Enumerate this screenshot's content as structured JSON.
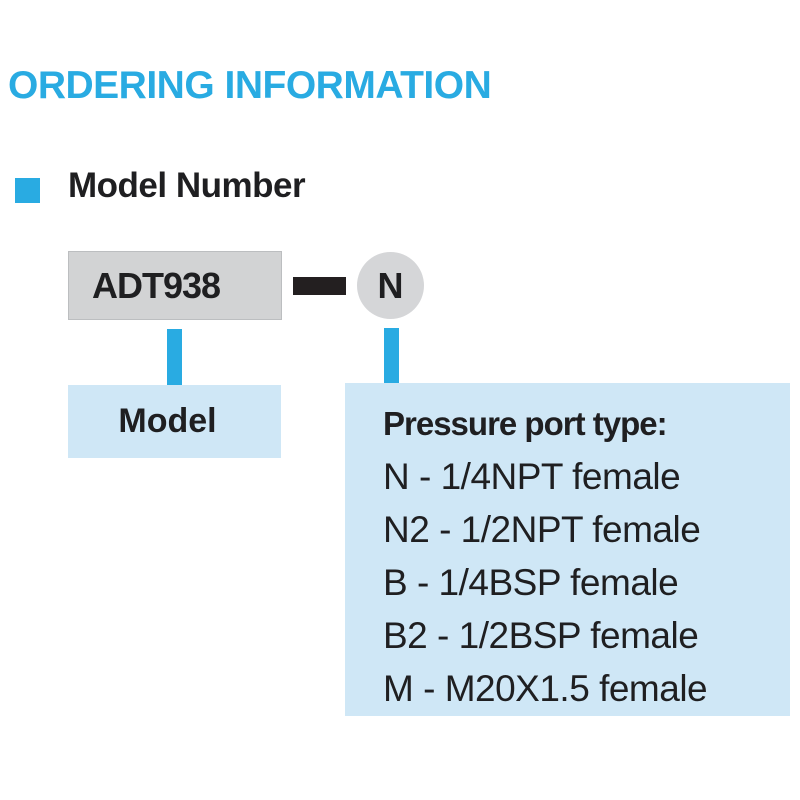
{
  "page": {
    "title": "ORDERING INFORMATION"
  },
  "section": {
    "bullet_icon": "cyan-square",
    "label": "Model Number"
  },
  "diagram": {
    "model_code": "ADT938",
    "separator": "-",
    "selected_option_code": "N",
    "model_label": "Model",
    "pressure_port": {
      "heading": "Pressure port type:",
      "options": [
        "N - 1/4NPT female",
        "N2 - 1/2NPT female",
        "B - 1/4BSP female",
        "B2 - 1/2BSP female",
        "M - M20X1.5 female"
      ]
    }
  },
  "colors": {
    "accent_cyan": "#29abe2",
    "light_blue": "#cfe7f6",
    "gray_box": "#d2d3d4",
    "text_black": "#1f1f21"
  }
}
